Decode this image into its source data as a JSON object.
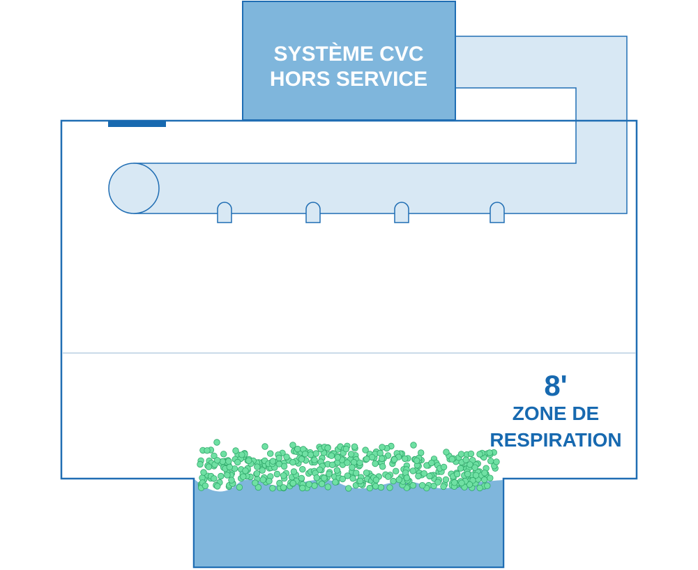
{
  "hvac_box": {
    "line1": "SYSTÈME CVC",
    "line2": "HORS SERVICE"
  },
  "height_label": "8'",
  "zone_label": {
    "line1": "ZONE DE",
    "line2": "RESPIRATION"
  },
  "colors": {
    "outline": "#1f6db3",
    "box_fill": "#7fb6dc",
    "duct_fill": "#d8e8f4",
    "text_blue": "#1769b0",
    "accent_bar": "#1769b0",
    "divider": "#b8cfe2",
    "particle_fill": "#6fe0a3",
    "particle_stroke": "#2fa86a",
    "pool_fill": "#7fb6dc"
  }
}
